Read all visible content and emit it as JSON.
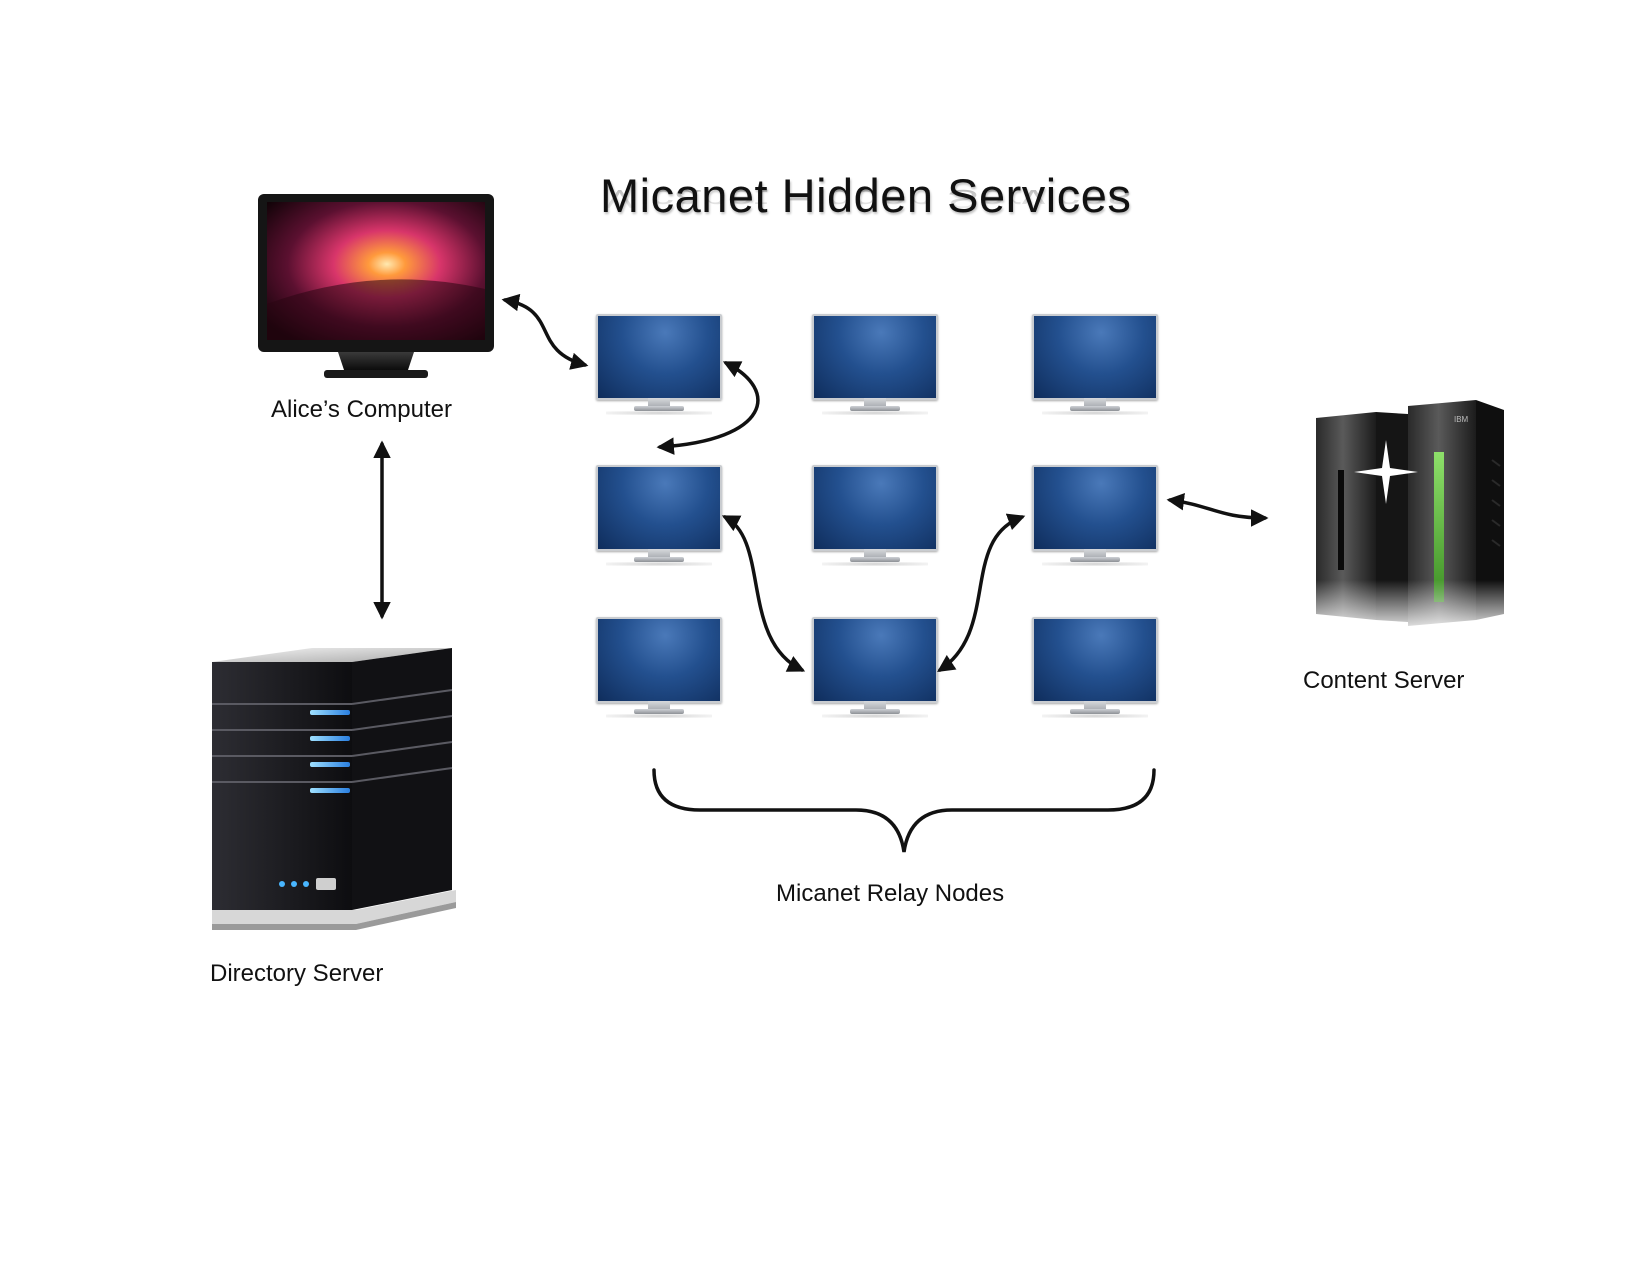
{
  "title": "Micanet Hidden Services",
  "labels": {
    "alice": "Alice’s Computer",
    "directory": "Directory Server",
    "content": "Content Server",
    "relays": "Micanet Relay Nodes"
  },
  "icons": {
    "alice": "desktop-monitor-icon",
    "directory": "server-tower-icon",
    "content": "mainframe-server-icon",
    "relay": "monitor-icon"
  },
  "colors": {
    "relay_screen": "#23508f",
    "server_led": "#3ea6ff",
    "mainframe_accent": "#5fbf3a",
    "arrow": "#111111"
  }
}
